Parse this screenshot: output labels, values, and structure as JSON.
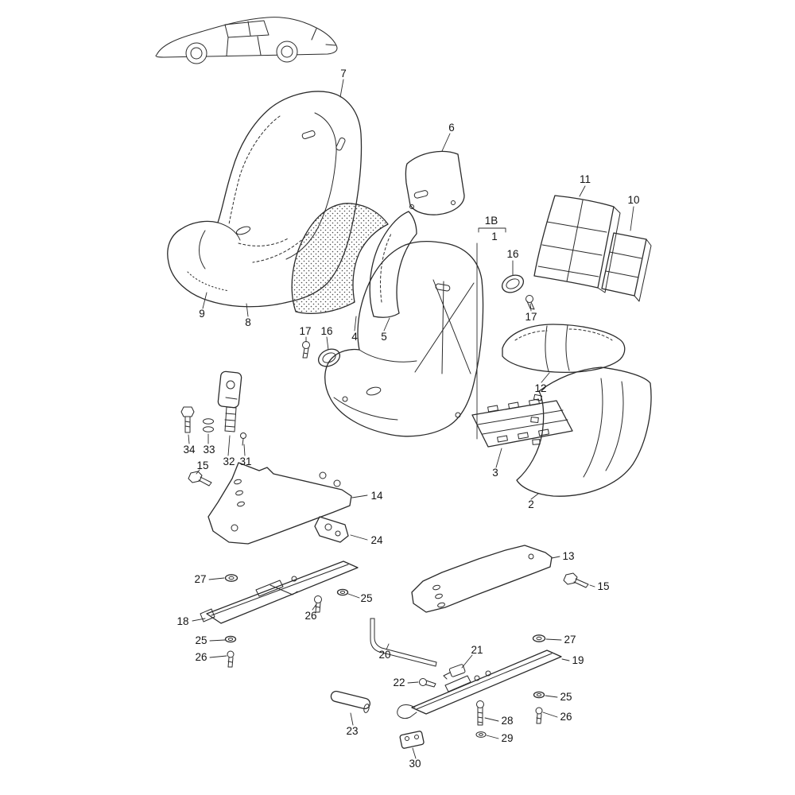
{
  "diagram": {
    "kind": "exploded-parts-diagram",
    "background_color": "#ffffff",
    "line_color": "#2b2b2b",
    "label_color": "#141414"
  },
  "callouts": [
    {
      "label": "7"
    },
    {
      "label": "6"
    },
    {
      "label": "9"
    },
    {
      "label": "8"
    },
    {
      "label": "17"
    },
    {
      "label": "16"
    },
    {
      "label": "4"
    },
    {
      "label": "5"
    },
    {
      "label": "1B"
    },
    {
      "label": "1"
    },
    {
      "label": "16"
    },
    {
      "label": "17"
    },
    {
      "label": "11"
    },
    {
      "label": "10"
    },
    {
      "label": "12"
    },
    {
      "label": "3"
    },
    {
      "label": "2"
    },
    {
      "label": "34"
    },
    {
      "label": "33"
    },
    {
      "label": "32"
    },
    {
      "label": "31"
    },
    {
      "label": "15"
    },
    {
      "label": "14"
    },
    {
      "label": "24"
    },
    {
      "label": "27"
    },
    {
      "label": "25"
    },
    {
      "label": "26"
    },
    {
      "label": "18"
    },
    {
      "label": "25"
    },
    {
      "label": "26"
    },
    {
      "label": "13"
    },
    {
      "label": "15"
    },
    {
      "label": "27"
    },
    {
      "label": "19"
    },
    {
      "label": "20"
    },
    {
      "label": "21"
    },
    {
      "label": "22"
    },
    {
      "label": "25"
    },
    {
      "label": "26"
    },
    {
      "label": "23"
    },
    {
      "label": "28"
    },
    {
      "label": "29"
    },
    {
      "label": "30"
    }
  ]
}
